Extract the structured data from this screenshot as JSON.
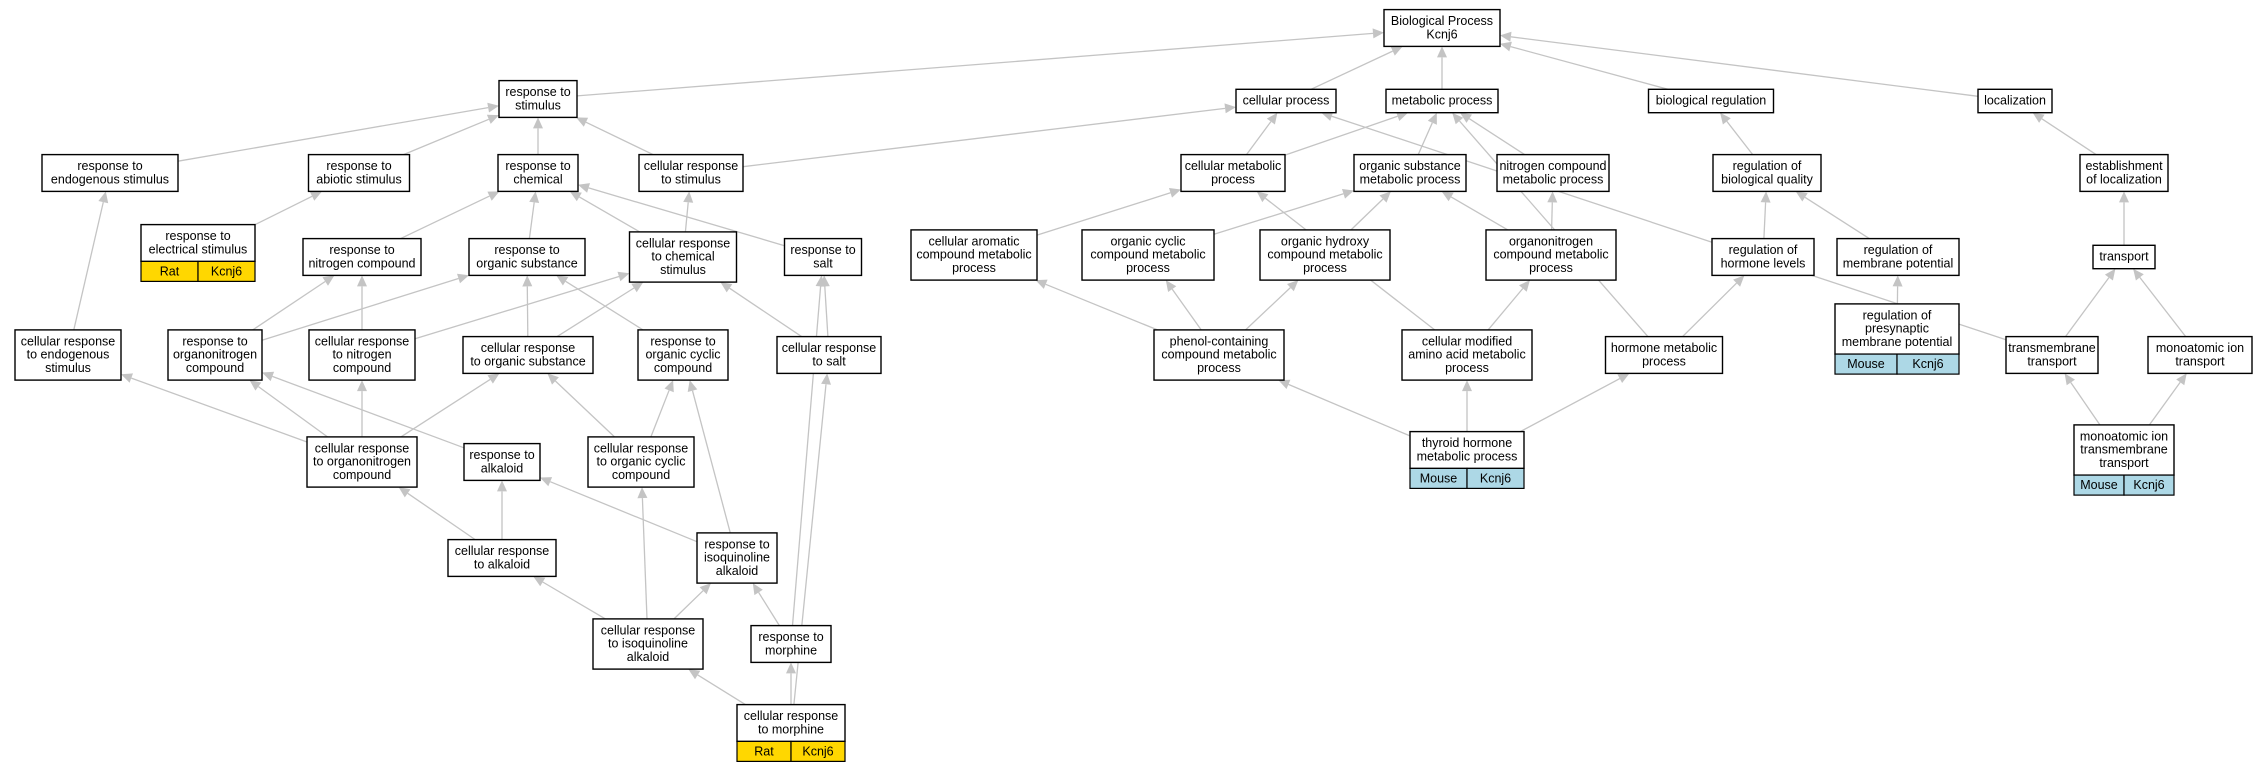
{
  "colors": {
    "rat": "#FFD700",
    "mouse": "#ADD8E6",
    "edge": "#C4C4C4"
  },
  "nodes": {
    "bp": {
      "lines": [
        "Biological Process",
        "Kcnj6"
      ]
    },
    "response_to_stimulus": {
      "lines": [
        "response to",
        "stimulus"
      ]
    },
    "cellular_process": {
      "lines": [
        "cellular process"
      ]
    },
    "metabolic_process": {
      "lines": [
        "metabolic process"
      ]
    },
    "biological_regulation": {
      "lines": [
        "biological regulation"
      ]
    },
    "localization": {
      "lines": [
        "localization"
      ]
    },
    "response_to_endogenous_stimulus": {
      "lines": [
        "response to",
        "endogenous stimulus"
      ]
    },
    "response_to_abiotic_stimulus": {
      "lines": [
        "response to",
        "abiotic stimulus"
      ]
    },
    "response_to_chemical": {
      "lines": [
        "response to",
        "chemical"
      ]
    },
    "cellular_response_to_stimulus": {
      "lines": [
        "cellular response",
        "to stimulus"
      ]
    },
    "cellular_metabolic_process": {
      "lines": [
        "cellular metabolic",
        "process"
      ]
    },
    "organic_substance_metabolic_process": {
      "lines": [
        "organic substance",
        "metabolic process"
      ]
    },
    "nitrogen_compound_metabolic_process": {
      "lines": [
        "nitrogen compound",
        "metabolic process"
      ]
    },
    "regulation_of_biological_quality": {
      "lines": [
        "regulation of",
        "biological quality"
      ]
    },
    "establishment_of_localization": {
      "lines": [
        "establishment",
        "of localization"
      ]
    },
    "response_to_electrical_stimulus": {
      "lines": [
        "response to",
        "electrical stimulus"
      ],
      "tag": {
        "species": "Rat",
        "gene": "Kcnj6",
        "color": "rat"
      }
    },
    "response_to_nitrogen_compound": {
      "lines": [
        "response to",
        "nitrogen compound"
      ]
    },
    "response_to_organic_substance": {
      "lines": [
        "response to",
        "organic substance"
      ]
    },
    "cellular_response_to_chemical_stimulus": {
      "lines": [
        "cellular response",
        "to chemical",
        "stimulus"
      ]
    },
    "response_to_salt": {
      "lines": [
        "response to",
        "salt"
      ]
    },
    "cellular_aromatic_compound_metabolic_process": {
      "lines": [
        "cellular aromatic",
        "compound metabolic",
        "process"
      ]
    },
    "organic_cyclic_compound_metabolic_process": {
      "lines": [
        "organic cyclic",
        "compound metabolic",
        "process"
      ]
    },
    "organic_hydroxy_compound_metabolic_process": {
      "lines": [
        "organic hydroxy",
        "compound metabolic",
        "process"
      ]
    },
    "organonitrogen_compound_metabolic_process": {
      "lines": [
        "organonitrogen",
        "compound metabolic",
        "process"
      ]
    },
    "regulation_of_hormone_levels": {
      "lines": [
        "regulation of",
        "hormone levels"
      ]
    },
    "regulation_of_membrane_potential": {
      "lines": [
        "regulation of",
        "membrane potential"
      ]
    },
    "transport": {
      "lines": [
        "transport"
      ]
    },
    "cellular_response_to_endogenous_stimulus": {
      "lines": [
        "cellular response",
        "to endogenous",
        "stimulus"
      ]
    },
    "response_to_organonitrogen_compound": {
      "lines": [
        "response to",
        "organonitrogen",
        "compound"
      ]
    },
    "cellular_response_to_nitrogen_compound": {
      "lines": [
        "cellular response",
        "to nitrogen",
        "compound"
      ]
    },
    "cellular_response_to_organic_substance": {
      "lines": [
        "cellular response",
        "to organic substance"
      ]
    },
    "response_to_organic_cyclic_compound": {
      "lines": [
        "response to",
        "organic cyclic",
        "compound"
      ]
    },
    "cellular_response_to_salt": {
      "lines": [
        "cellular response",
        "to salt"
      ]
    },
    "phenol_containing_compound_metabolic_process": {
      "lines": [
        "phenol-containing",
        "compound metabolic",
        "process"
      ]
    },
    "cellular_modified_amino_acid_metabolic_process": {
      "lines": [
        "cellular modified",
        "amino acid metabolic",
        "process"
      ]
    },
    "hormone_metabolic_process": {
      "lines": [
        "hormone metabolic",
        "process"
      ]
    },
    "regulation_of_presynaptic_membrane_potential": {
      "lines": [
        "regulation of",
        "presynaptic",
        "membrane potential"
      ],
      "tag": {
        "species": "Mouse",
        "gene": "Kcnj6",
        "color": "mouse"
      }
    },
    "transmembrane_transport": {
      "lines": [
        "transmembrane",
        "transport"
      ]
    },
    "monoatomic_ion_transport": {
      "lines": [
        "monoatomic ion",
        "transport"
      ]
    },
    "cellular_response_to_organonitrogen_compound": {
      "lines": [
        "cellular response",
        "to organonitrogen",
        "compound"
      ]
    },
    "response_to_alkaloid": {
      "lines": [
        "response to",
        "alkaloid"
      ]
    },
    "cellular_response_to_organic_cyclic_compound": {
      "lines": [
        "cellular response",
        "to organic cyclic",
        "compound"
      ]
    },
    "thyroid_hormone_metabolic_process": {
      "lines": [
        "thyroid hormone",
        "metabolic process"
      ],
      "tag": {
        "species": "Mouse",
        "gene": "Kcnj6",
        "color": "mouse"
      }
    },
    "monoatomic_ion_transmembrane_transport": {
      "lines": [
        "monoatomic ion",
        "transmembrane",
        "transport"
      ],
      "tag": {
        "species": "Mouse",
        "gene": "Kcnj6",
        "color": "mouse"
      }
    },
    "cellular_response_to_alkaloid": {
      "lines": [
        "cellular response",
        "to alkaloid"
      ]
    },
    "response_to_isoquinoline_alkaloid": {
      "lines": [
        "response to",
        "isoquinoline",
        "alkaloid"
      ]
    },
    "cellular_response_to_isoquinoline_alkaloid": {
      "lines": [
        "cellular response",
        "to isoquinoline",
        "alkaloid"
      ]
    },
    "response_to_morphine": {
      "lines": [
        "response to",
        "morphine"
      ]
    },
    "cellular_response_to_morphine": {
      "lines": [
        "cellular response",
        "to morphine"
      ],
      "tag": {
        "species": "Rat",
        "gene": "Kcnj6",
        "color": "rat"
      }
    }
  },
  "edges": [
    [
      "response_to_stimulus",
      "bp"
    ],
    [
      "cellular_process",
      "bp"
    ],
    [
      "metabolic_process",
      "bp"
    ],
    [
      "biological_regulation",
      "bp"
    ],
    [
      "localization",
      "bp"
    ],
    [
      "response_to_endogenous_stimulus",
      "response_to_stimulus"
    ],
    [
      "response_to_abiotic_stimulus",
      "response_to_stimulus"
    ],
    [
      "response_to_chemical",
      "response_to_stimulus"
    ],
    [
      "cellular_response_to_stimulus",
      "response_to_stimulus"
    ],
    [
      "cellular_response_to_stimulus",
      "cellular_process"
    ],
    [
      "cellular_metabolic_process",
      "cellular_process"
    ],
    [
      "cellular_metabolic_process",
      "metabolic_process"
    ],
    [
      "organic_substance_metabolic_process",
      "metabolic_process"
    ],
    [
      "nitrogen_compound_metabolic_process",
      "metabolic_process"
    ],
    [
      "hormone_metabolic_process",
      "metabolic_process"
    ],
    [
      "transmembrane_transport",
      "cellular_process"
    ],
    [
      "regulation_of_biological_quality",
      "biological_regulation"
    ],
    [
      "establishment_of_localization",
      "localization"
    ],
    [
      "response_to_electrical_stimulus",
      "response_to_abiotic_stimulus"
    ],
    [
      "response_to_nitrogen_compound",
      "response_to_chemical"
    ],
    [
      "response_to_organic_substance",
      "response_to_chemical"
    ],
    [
      "cellular_response_to_chemical_stimulus",
      "response_to_chemical"
    ],
    [
      "cellular_response_to_chemical_stimulus",
      "cellular_response_to_stimulus"
    ],
    [
      "response_to_salt",
      "response_to_chemical"
    ],
    [
      "cellular_aromatic_compound_metabolic_process",
      "cellular_metabolic_process"
    ],
    [
      "organic_cyclic_compound_metabolic_process",
      "organic_substance_metabolic_process"
    ],
    [
      "organic_hydroxy_compound_metabolic_process",
      "organic_substance_metabolic_process"
    ],
    [
      "organonitrogen_compound_metabolic_process",
      "organic_substance_metabolic_process"
    ],
    [
      "organonitrogen_compound_metabolic_process",
      "nitrogen_compound_metabolic_process"
    ],
    [
      "regulation_of_hormone_levels",
      "regulation_of_biological_quality"
    ],
    [
      "regulation_of_membrane_potential",
      "regulation_of_biological_quality"
    ],
    [
      "transport",
      "establishment_of_localization"
    ],
    [
      "cellular_response_to_endogenous_stimulus",
      "response_to_endogenous_stimulus"
    ],
    [
      "response_to_organonitrogen_compound",
      "response_to_nitrogen_compound"
    ],
    [
      "response_to_organonitrogen_compound",
      "response_to_organic_substance"
    ],
    [
      "cellular_response_to_nitrogen_compound",
      "response_to_nitrogen_compound"
    ],
    [
      "cellular_response_to_nitrogen_compound",
      "cellular_response_to_chemical_stimulus"
    ],
    [
      "cellular_response_to_organic_substance",
      "response_to_organic_substance"
    ],
    [
      "cellular_response_to_organic_substance",
      "cellular_response_to_chemical_stimulus"
    ],
    [
      "response_to_organic_cyclic_compound",
      "response_to_organic_substance"
    ],
    [
      "cellular_response_to_salt",
      "response_to_salt"
    ],
    [
      "cellular_response_to_salt",
      "cellular_response_to_chemical_stimulus"
    ],
    [
      "phenol_containing_compound_metabolic_process",
      "cellular_aromatic_compound_metabolic_process"
    ],
    [
      "phenol_containing_compound_metabolic_process",
      "organic_cyclic_compound_metabolic_process"
    ],
    [
      "phenol_containing_compound_metabolic_process",
      "organic_hydroxy_compound_metabolic_process"
    ],
    [
      "cellular_modified_amino_acid_metabolic_process",
      "organonitrogen_compound_metabolic_process"
    ],
    [
      "cellular_modified_amino_acid_metabolic_process",
      "cellular_metabolic_process"
    ],
    [
      "hormone_metabolic_process",
      "regulation_of_hormone_levels"
    ],
    [
      "regulation_of_presynaptic_membrane_potential",
      "regulation_of_membrane_potential"
    ],
    [
      "transmembrane_transport",
      "transport"
    ],
    [
      "monoatomic_ion_transport",
      "transport"
    ],
    [
      "cellular_response_to_organonitrogen_compound",
      "cellular_response_to_endogenous_stimulus"
    ],
    [
      "cellular_response_to_organonitrogen_compound",
      "response_to_organonitrogen_compound"
    ],
    [
      "cellular_response_to_organonitrogen_compound",
      "cellular_response_to_nitrogen_compound"
    ],
    [
      "cellular_response_to_organonitrogen_compound",
      "cellular_response_to_organic_substance"
    ],
    [
      "response_to_alkaloid",
      "response_to_organonitrogen_compound"
    ],
    [
      "cellular_response_to_organic_cyclic_compound",
      "cellular_response_to_organic_substance"
    ],
    [
      "cellular_response_to_organic_cyclic_compound",
      "response_to_organic_cyclic_compound"
    ],
    [
      "thyroid_hormone_metabolic_process",
      "phenol_containing_compound_metabolic_process"
    ],
    [
      "thyroid_hormone_metabolic_process",
      "cellular_modified_amino_acid_metabolic_process"
    ],
    [
      "thyroid_hormone_metabolic_process",
      "hormone_metabolic_process"
    ],
    [
      "monoatomic_ion_transmembrane_transport",
      "transmembrane_transport"
    ],
    [
      "monoatomic_ion_transmembrane_transport",
      "monoatomic_ion_transport"
    ],
    [
      "cellular_response_to_alkaloid",
      "response_to_alkaloid"
    ],
    [
      "cellular_response_to_alkaloid",
      "cellular_response_to_organonitrogen_compound"
    ],
    [
      "response_to_isoquinoline_alkaloid",
      "response_to_alkaloid"
    ],
    [
      "response_to_isoquinoline_alkaloid",
      "response_to_organic_cyclic_compound"
    ],
    [
      "cellular_response_to_isoquinoline_alkaloid",
      "cellular_response_to_alkaloid"
    ],
    [
      "cellular_response_to_isoquinoline_alkaloid",
      "response_to_isoquinoline_alkaloid"
    ],
    [
      "cellular_response_to_isoquinoline_alkaloid",
      "cellular_response_to_organic_cyclic_compound"
    ],
    [
      "response_to_morphine",
      "response_to_isoquinoline_alkaloid"
    ],
    [
      "response_to_morphine",
      "response_to_salt"
    ],
    [
      "cellular_response_to_morphine",
      "response_to_morphine"
    ],
    [
      "cellular_response_to_morphine",
      "cellular_response_to_isoquinoline_alkaloid"
    ],
    [
      "cellular_response_to_morphine",
      "cellular_response_to_salt"
    ]
  ]
}
